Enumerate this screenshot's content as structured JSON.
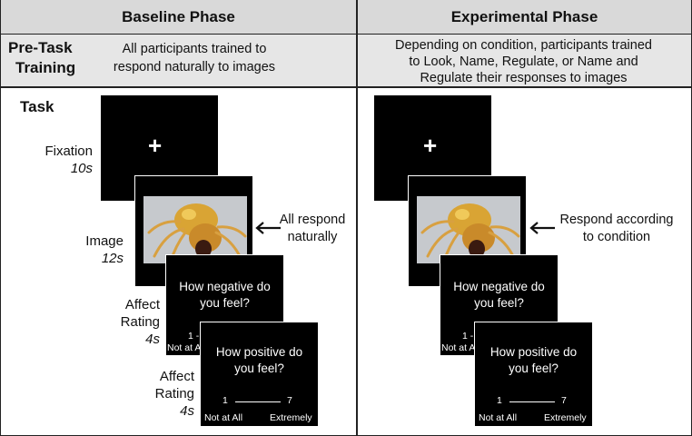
{
  "headers": {
    "baseline": "Baseline Phase",
    "experimental": "Experimental Phase"
  },
  "pretask": {
    "label_line1": "Pre-Task",
    "label_line2": "Training",
    "baseline_line1": "All participants trained to",
    "baseline_line2": "respond naturally to images",
    "experimental_line1": "Depending on condition, participants trained",
    "experimental_line2": "to Look, Name, Regulate, or Name and",
    "experimental_line3": "Regulate their responses to images"
  },
  "task": {
    "label": "Task",
    "fixation_label": "Fixation",
    "fixation_duration": "10s",
    "image_label": "Image",
    "image_duration": "12s",
    "affect_label_line1": "Affect",
    "affect_label_line2": "Rating",
    "affect_duration": "4s",
    "plus": "+",
    "negative_question_line1": "How negative do",
    "negative_question_line2": "you feel?",
    "positive_question_line1": "How positive do",
    "positive_question_line2": "you feel?",
    "scale_low": "1",
    "scale_high": "7",
    "scale_low_label": "Not at All",
    "scale_high_label": "Extremely",
    "scale_partial": "1 -",
    "scale_partial_label": "Not at A",
    "baseline_note_line1": "All respond",
    "baseline_note_line2": "naturally",
    "experimental_note_line1": "Respond according",
    "experimental_note_line2": "to condition"
  },
  "colors": {
    "header_bg": "#d9d9d9",
    "pretask_bg": "#e6e6e6",
    "screen_bg": "#000000"
  }
}
